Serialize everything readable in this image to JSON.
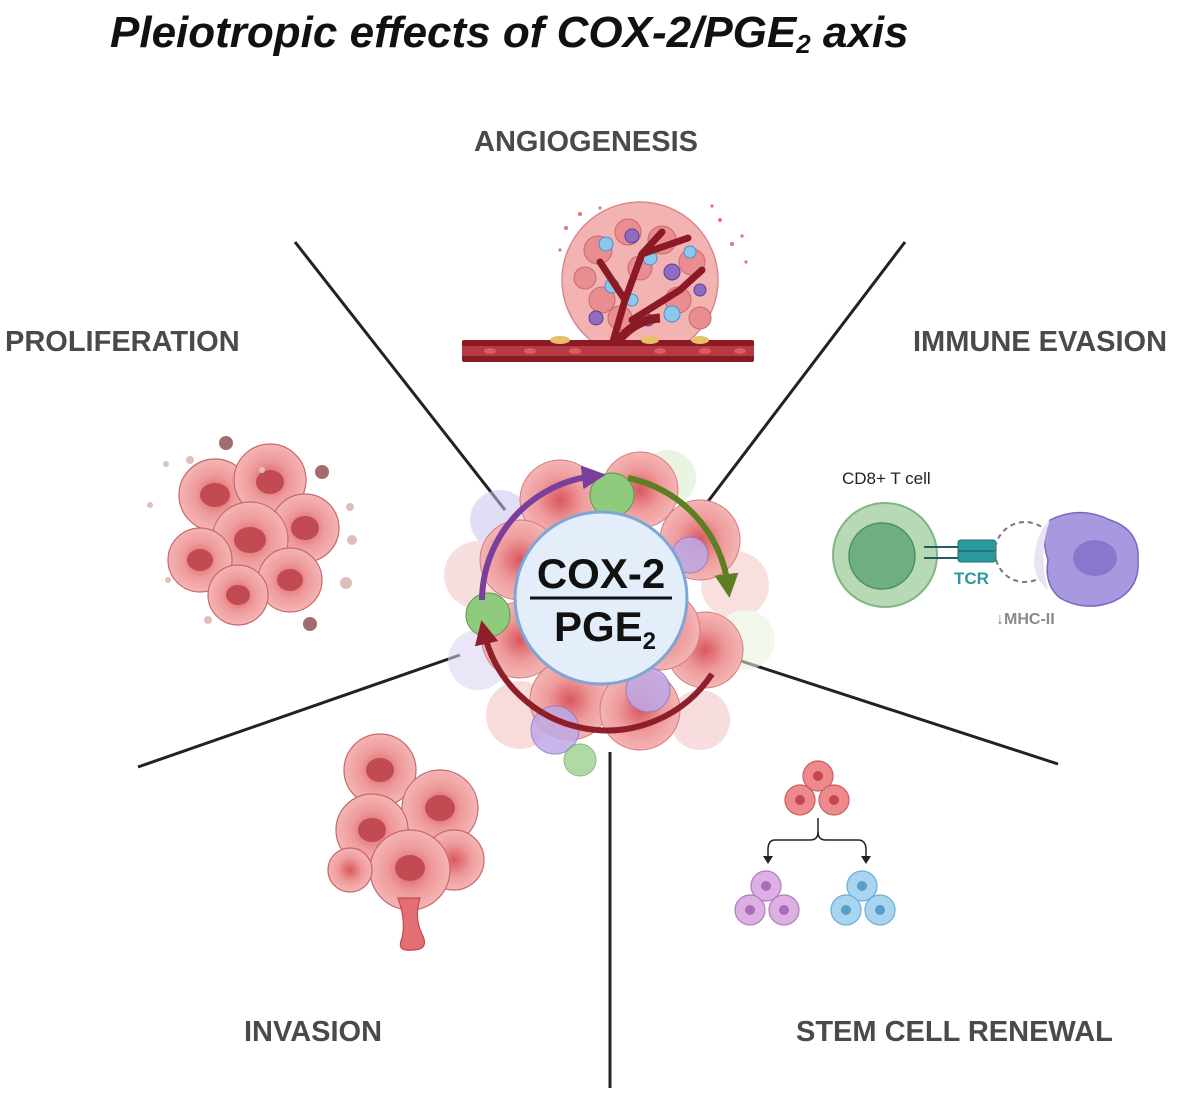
{
  "title": {
    "main": "Pleiotropic effects of COX-2/PGE",
    "subscript": "2",
    "suffix": " axis"
  },
  "center": {
    "numerator": "COX-2",
    "denominator": "PGE",
    "denominator_sub": "2"
  },
  "effects": {
    "angiogenesis": "ANGIOGENESIS",
    "proliferation": "PROLIFERATION",
    "immune_evasion": "IMMUNE EVASION",
    "invasion": "INVASION",
    "stem_cell_renewal": "STEM CELL RENEWAL"
  },
  "immune_panel": {
    "cell_label": "CD8+ T cell",
    "receptor_label": "TCR",
    "mhc_label": "↓MHC-II"
  },
  "colors": {
    "arrow_purple": "#7a3f9a",
    "arrow_green": "#5d7f22",
    "arrow_red": "#8e1f2a",
    "tumor_pink": "#e88a8c",
    "tcr_teal": "#2a9aa0",
    "tcell_green": "#7fb58a",
    "macrophage_purple": "#a898e0"
  }
}
